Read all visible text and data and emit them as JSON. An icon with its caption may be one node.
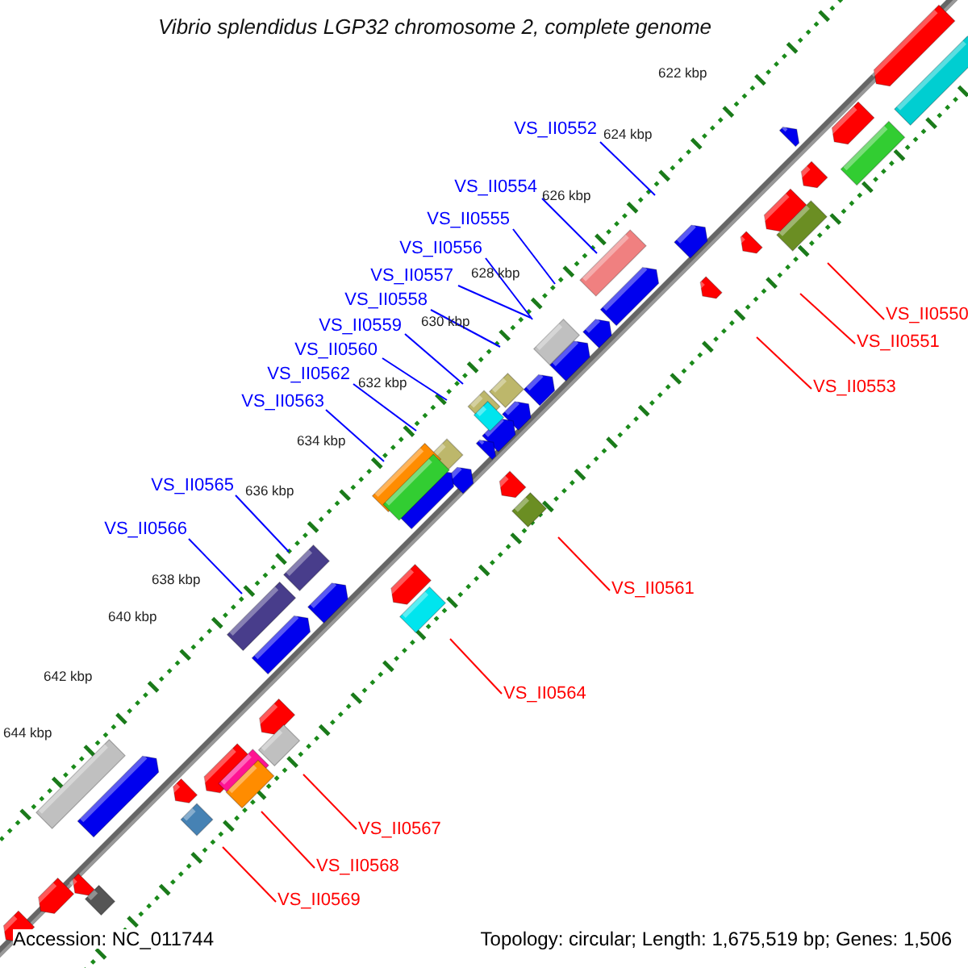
{
  "diagram": {
    "title": "Vibrio splendidus LGP32 chromosome 2, complete genome",
    "nodes": [
      {
        "text": [
          "VS_II0552"
        ]
      },
      {
        "text": [
          "VS_II0554"
        ]
      },
      {
        "text": [
          "VS_II0555"
        ]
      },
      {
        "text": [
          "VS_II0556"
        ]
      },
      {
        "text": [
          "VS_II0557"
        ]
      },
      {
        "text": [
          "VS_II0558"
        ]
      },
      {
        "text": [
          "VS_II0550"
        ]
      },
      {
        "text": [
          "VS_II0559"
        ]
      },
      {
        "text": [
          "VS_II0551"
        ]
      },
      {
        "text": [
          "VS_II0560"
        ]
      },
      {
        "text": [
          "VS_II0562"
        ]
      },
      {
        "text": [
          "VS_II0553"
        ]
      },
      {
        "text": [
          "VS_II0563"
        ]
      },
      {
        "text": [
          "VS_II0565"
        ]
      },
      {
        "text": [
          "VS_II0566"
        ]
      },
      {
        "text": [
          "VS_II0561"
        ]
      },
      {
        "text": [
          "VS_II0564"
        ]
      },
      {
        "text": [
          "VS_II0567"
        ]
      },
      {
        "text": [
          "VS_II0568"
        ]
      },
      {
        "text": [
          "VS_II0569"
        ]
      }
    ],
    "edges": [
      {
        "from": 0,
        "to": null,
        "arrow": "none",
        "color": "#0000ff"
      },
      {
        "from": 1,
        "to": null,
        "arrow": "none",
        "color": "#0000ff"
      },
      {
        "from": 2,
        "to": null,
        "arrow": "none",
        "color": "#0000ff"
      },
      {
        "from": 3,
        "to": null,
        "arrow": "none",
        "color": "#0000ff"
      },
      {
        "from": 4,
        "to": null,
        "arrow": "none",
        "color": "#0000ff"
      },
      {
        "from": 5,
        "to": null,
        "arrow": "none",
        "color": "#0000ff"
      },
      {
        "from": 6,
        "to": null,
        "arrow": "none",
        "color": "#ff0000"
      },
      {
        "from": 7,
        "to": null,
        "arrow": "none",
        "color": "#0000ff"
      },
      {
        "from": 8,
        "to": null,
        "arrow": "none",
        "color": "#ff0000"
      },
      {
        "from": 9,
        "to": null,
        "arrow": "none",
        "color": "#0000ff"
      },
      {
        "from": 10,
        "to": null,
        "arrow": "none",
        "color": "#0000ff"
      },
      {
        "from": 11,
        "to": null,
        "arrow": "none",
        "color": "#ff0000"
      },
      {
        "from": 12,
        "to": null,
        "arrow": "none",
        "color": "#0000ff"
      },
      {
        "from": 13,
        "to": null,
        "arrow": "none",
        "color": "#0000ff"
      },
      {
        "from": 14,
        "to": null,
        "arrow": "none",
        "color": "#0000ff"
      },
      {
        "from": 15,
        "to": null,
        "arrow": "none",
        "color": "#ff0000"
      },
      {
        "from": 16,
        "to": null,
        "arrow": "none",
        "color": "#ff0000"
      },
      {
        "from": 17,
        "to": null,
        "arrow": "none",
        "color": "#ff0000"
      },
      {
        "from": 18,
        "to": null,
        "arrow": "none",
        "color": "#ff0000"
      },
      {
        "from": 19,
        "to": null,
        "arrow": "none",
        "color": "#ff0000"
      }
    ],
    "labels": [
      "622 kbp",
      "624 kbp",
      "626 kbp",
      "628 kbp",
      "630 kbp",
      "632 kbp",
      "634 kbp",
      "636 kbp",
      "638 kbp",
      "640 kbp",
      "642 kbp",
      "644 kbp",
      "Accession: NC_011744",
      "Topology: circular; Length: 1,675,519 bp; Genes: 1,506"
    ]
  }
}
